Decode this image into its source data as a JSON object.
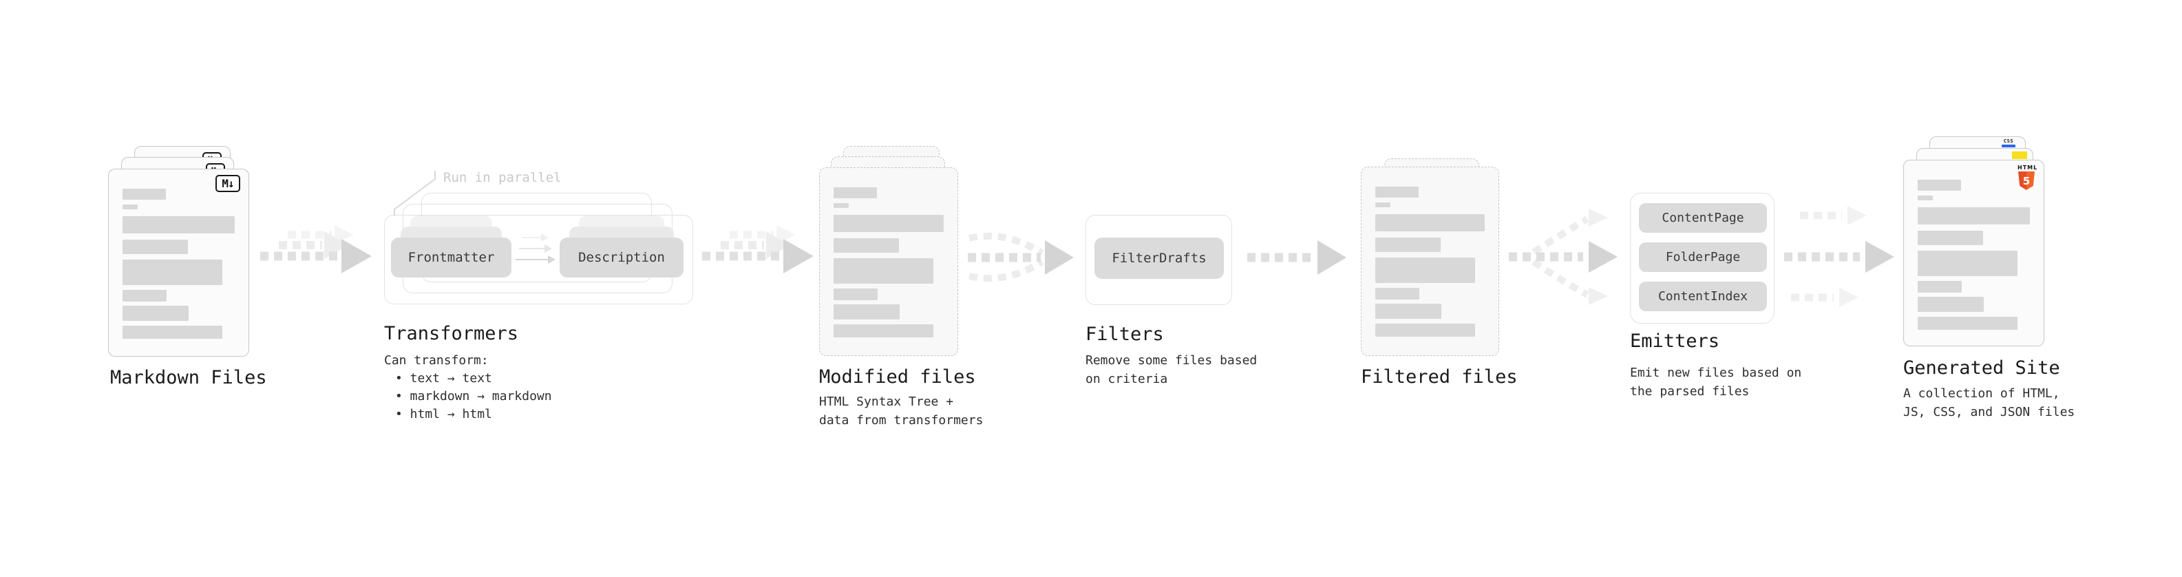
{
  "stages": {
    "markdown": {
      "label": "Markdown Files",
      "badge": "M↓"
    },
    "transformers": {
      "note": "Run in parallel",
      "pill_from": "Frontmatter",
      "pill_to": "Description",
      "label": "Transformers",
      "caption_title": "Can transform:",
      "bullets": [
        "• text → text",
        "• markdown → markdown",
        "• html → html"
      ]
    },
    "modified": {
      "label": "Modified files",
      "caption": "HTML Syntax Tree +\ndata from transformers"
    },
    "filters": {
      "label": "Filters",
      "pill": "FilterDrafts",
      "caption": "Remove some files based\non criteria"
    },
    "filtered": {
      "label": "Filtered files"
    },
    "emitters": {
      "label": "Emitters",
      "pills": [
        "ContentPage",
        "FolderPage",
        "ContentIndex"
      ],
      "caption": "Emit new files based on\nthe parsed files"
    },
    "generated": {
      "label": "Generated Site",
      "caption": "A collection of HTML,\nJS, CSS, and JSON files",
      "css_badge": "CSS",
      "html_badge_label": "HTML",
      "html_badge_number": "5"
    }
  },
  "colors": {
    "js_yellow": "#F7DF1E",
    "css_blue": "#2965F1",
    "html5_orange": "#E44D26",
    "html5_orange_light": "#F16529",
    "arrow_gray": "#D4D4D4",
    "bar_gray": "#D8D8D8"
  }
}
